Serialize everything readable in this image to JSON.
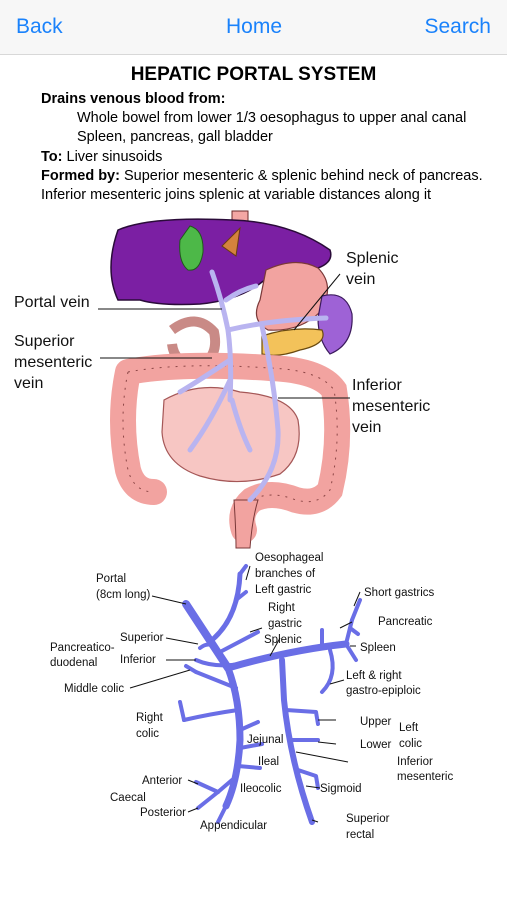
{
  "nav": {
    "back": "Back",
    "home": "Home",
    "search": "Search"
  },
  "title": "HEPATIC PORTAL SYSTEM",
  "text": {
    "drains_heading": "Drains venous blood from:",
    "drains_1": "Whole bowel from lower 1/3 oesophagus to upper anal canal",
    "drains_2": "Spleen, pancreas, gall bladder",
    "to_label": "To:",
    "to_value": "Liver sinusoids",
    "formed_label": "Formed by:",
    "formed_value": "Superior mesenteric & splenic behind neck of pancreas.",
    "formed_2": "Inferior mesenteric joins splenic at variable distances along it"
  },
  "illustration_labels": {
    "splenic": [
      "Splenic",
      "vein"
    ],
    "portal": "Portal vein",
    "superior_mesenteric": [
      "Superior",
      "mesenteric",
      "vein"
    ],
    "inferior_mesenteric": [
      "Inferior",
      "mesenteric",
      "vein"
    ]
  },
  "schematic_labels": {
    "oesophageal": [
      "Oesophageal",
      "branches of",
      "Left gastric"
    ],
    "portal": [
      "Portal",
      "(8cm long)"
    ],
    "right_gastric": [
      "Right",
      "gastric"
    ],
    "splenic": "Splenic",
    "short_gastrics": "Short gastrics",
    "pancreatic": "Pancreatic",
    "spleen": "Spleen",
    "superior": "Superior",
    "pancreaticoduodenal": [
      "Pancreatico-",
      "duodenal"
    ],
    "inferior": "Inferior",
    "middle_colic": "Middle colic",
    "gastro_epiploic": [
      "Left & right",
      "gastro-epiploic"
    ],
    "right_colic": [
      "Right",
      "colic"
    ],
    "upper": "Upper",
    "lower": "Lower",
    "left_colic": [
      "Left",
      "colic"
    ],
    "jejunal": "Jejunal",
    "ileal": "Ileal",
    "inferior_mesenteric": [
      "Inferior",
      "mesenteric"
    ],
    "anterior": "Anterior",
    "caecal": "Caecal",
    "posterior": "Posterior",
    "ileocolic": "Ileocolic",
    "sigmoid": "Sigmoid",
    "appendicular": "Appendicular",
    "superior_rectal": [
      "Superior",
      "rectal"
    ]
  },
  "colors": {
    "vein": "#6a6ee6",
    "nav_accent": "#1a82fb",
    "liver": "#7a1fa2",
    "bowel": "#f2a3a0"
  }
}
